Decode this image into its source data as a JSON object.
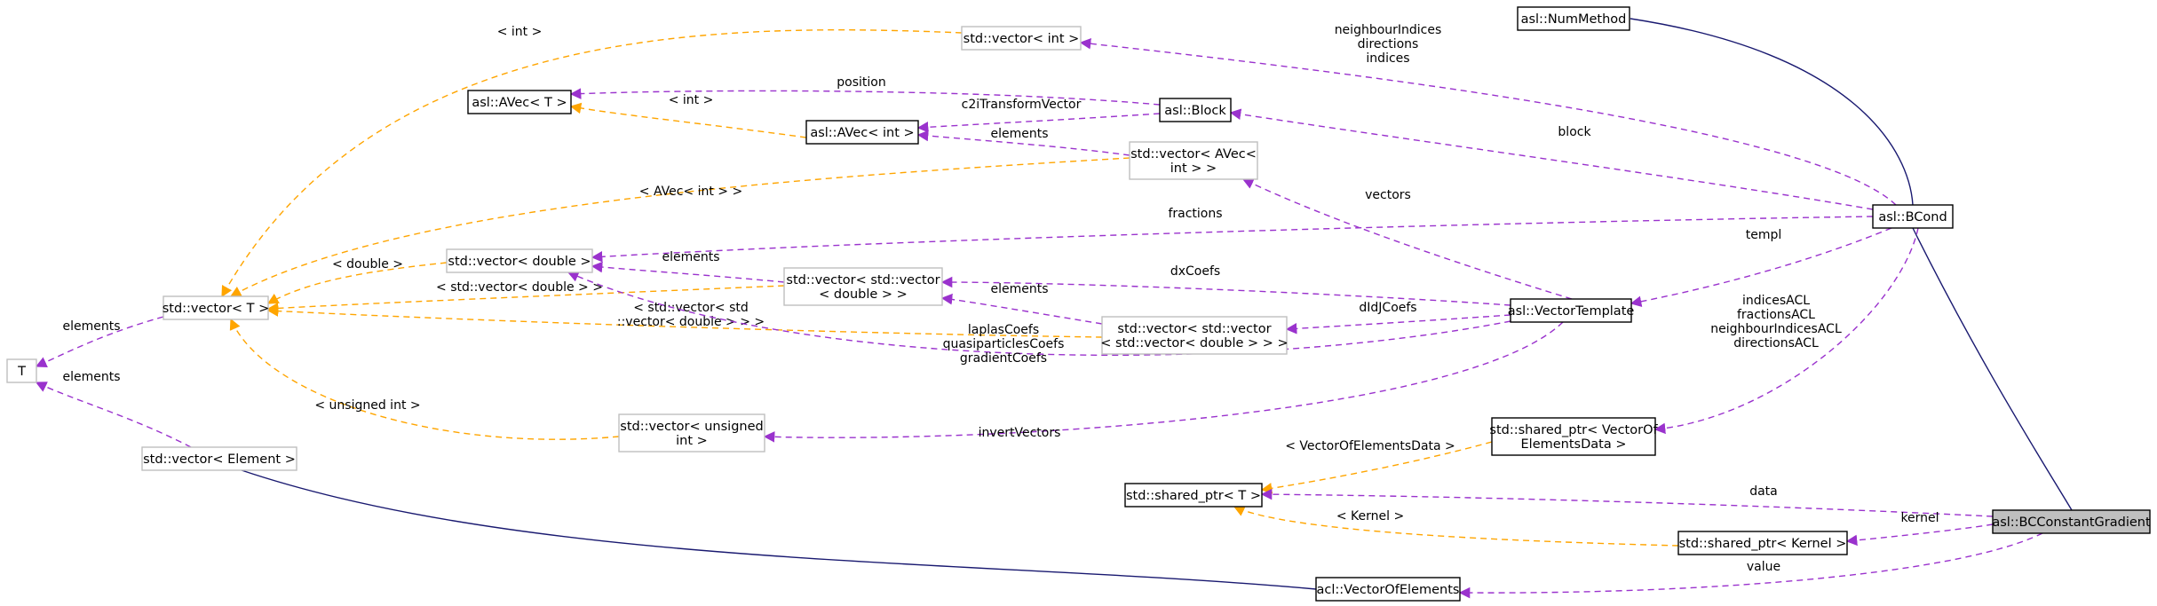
{
  "colors": {
    "inheritance": "#191970",
    "usage": "#9a32cd",
    "template": "#ffa500",
    "node_border": "#000000",
    "template_node_border": "#bfbfbf",
    "highlight_fill": "#bfbfbf"
  },
  "nodes": {
    "num_method": [
      "asl::NumMethod"
    ],
    "vec_int": [
      "std::vector< int >"
    ],
    "avec_T": [
      "asl::AVec< T >"
    ],
    "block": [
      "asl::Block"
    ],
    "avec_int": [
      "asl::AVec< int >"
    ],
    "vec_avec": [
      "std::vector< AVec<",
      "int > >"
    ],
    "bcond": [
      "asl::BCond"
    ],
    "vec_double": [
      "std::vector< double >"
    ],
    "vec_T": [
      "std::vector< T >"
    ],
    "vec_vec_double": [
      "std::vector< std::vector",
      "< double > >"
    ],
    "vector_template": [
      "asl::VectorTemplate"
    ],
    "vec_vec_vec_double": [
      "std::vector< std::vector",
      "< std::vector< double > > >"
    ],
    "T": [
      "T"
    ],
    "vec_unsigned": [
      "std::vector< unsigned",
      "int >"
    ],
    "shared_ptr_voed": [
      "std::shared_ptr< VectorOf",
      "ElementsData >"
    ],
    "vec_element": [
      "std::vector< Element >"
    ],
    "shared_ptr_T": [
      "std::shared_ptr< T >"
    ],
    "bc_constant_gradient": [
      "asl::BCConstantGradient"
    ],
    "shared_ptr_kernel": [
      "std::shared_ptr< Kernel >"
    ],
    "vector_of_elements": [
      "acl::VectorOfElements"
    ]
  },
  "edges": {
    "vecint_to_vecT": [
      "< int >"
    ],
    "bcond_to_vecint": [
      "neighbourIndices",
      "directions",
      "indices"
    ],
    "block_to_avecT": [
      "position"
    ],
    "avecint_to_avecT": [
      "< int >"
    ],
    "block_to_avecint": [
      "c2iTransformVector"
    ],
    "bcond_to_block": [
      "block"
    ],
    "vecavec_to_avecint": [
      "elements"
    ],
    "vecavec_to_vecT": [
      "< AVec< int > >"
    ],
    "vt_to_vecavec": [
      "vectors"
    ],
    "bcond_to_vecdouble": [
      "fractions"
    ],
    "bcond_to_vt": [
      "templ"
    ],
    "vecdouble_to_vecT": [
      "< double >"
    ],
    "vecvecdouble_to_vecdouble": [
      "elements"
    ],
    "vt_to_vecvecdouble": [
      "dxCoefs"
    ],
    "vecvecdouble_to_vecT": [
      "< std::vector< double > >"
    ],
    "vecT_to_T": [
      "elements"
    ],
    "vecvecvec_to_vecvecdouble": [
      "elements"
    ],
    "vecvecvec_to_vecT": [
      "< std::vector< std",
      "::vector< double > > >"
    ],
    "vt_to_vecvecvec": [
      "dIdJCoefs"
    ],
    "vt_to_vecdouble": [
      "laplasCoefs",
      "quasiparticlesCoefs",
      "gradientCoefs"
    ],
    "bcond_to_sharedvoed": [
      "indicesACL",
      "fractionsACL",
      "neighbourIndicesACL",
      "directionsACL"
    ],
    "vecelement_to_T": [
      "elements"
    ],
    "vecunsigned_to_vecT": [
      "< unsigned int >"
    ],
    "vt_to_vecunsigned": [
      "invertVectors"
    ],
    "sharedvoed_to_sharedT": [
      "< VectorOfElementsData >"
    ],
    "bccg_to_sharedT": [
      "data"
    ],
    "sharedkernel_to_sharedT": [
      "< Kernel >"
    ],
    "bccg_to_sharedkernel": [
      "kernel"
    ],
    "bccg_to_voe": [
      "value"
    ]
  }
}
